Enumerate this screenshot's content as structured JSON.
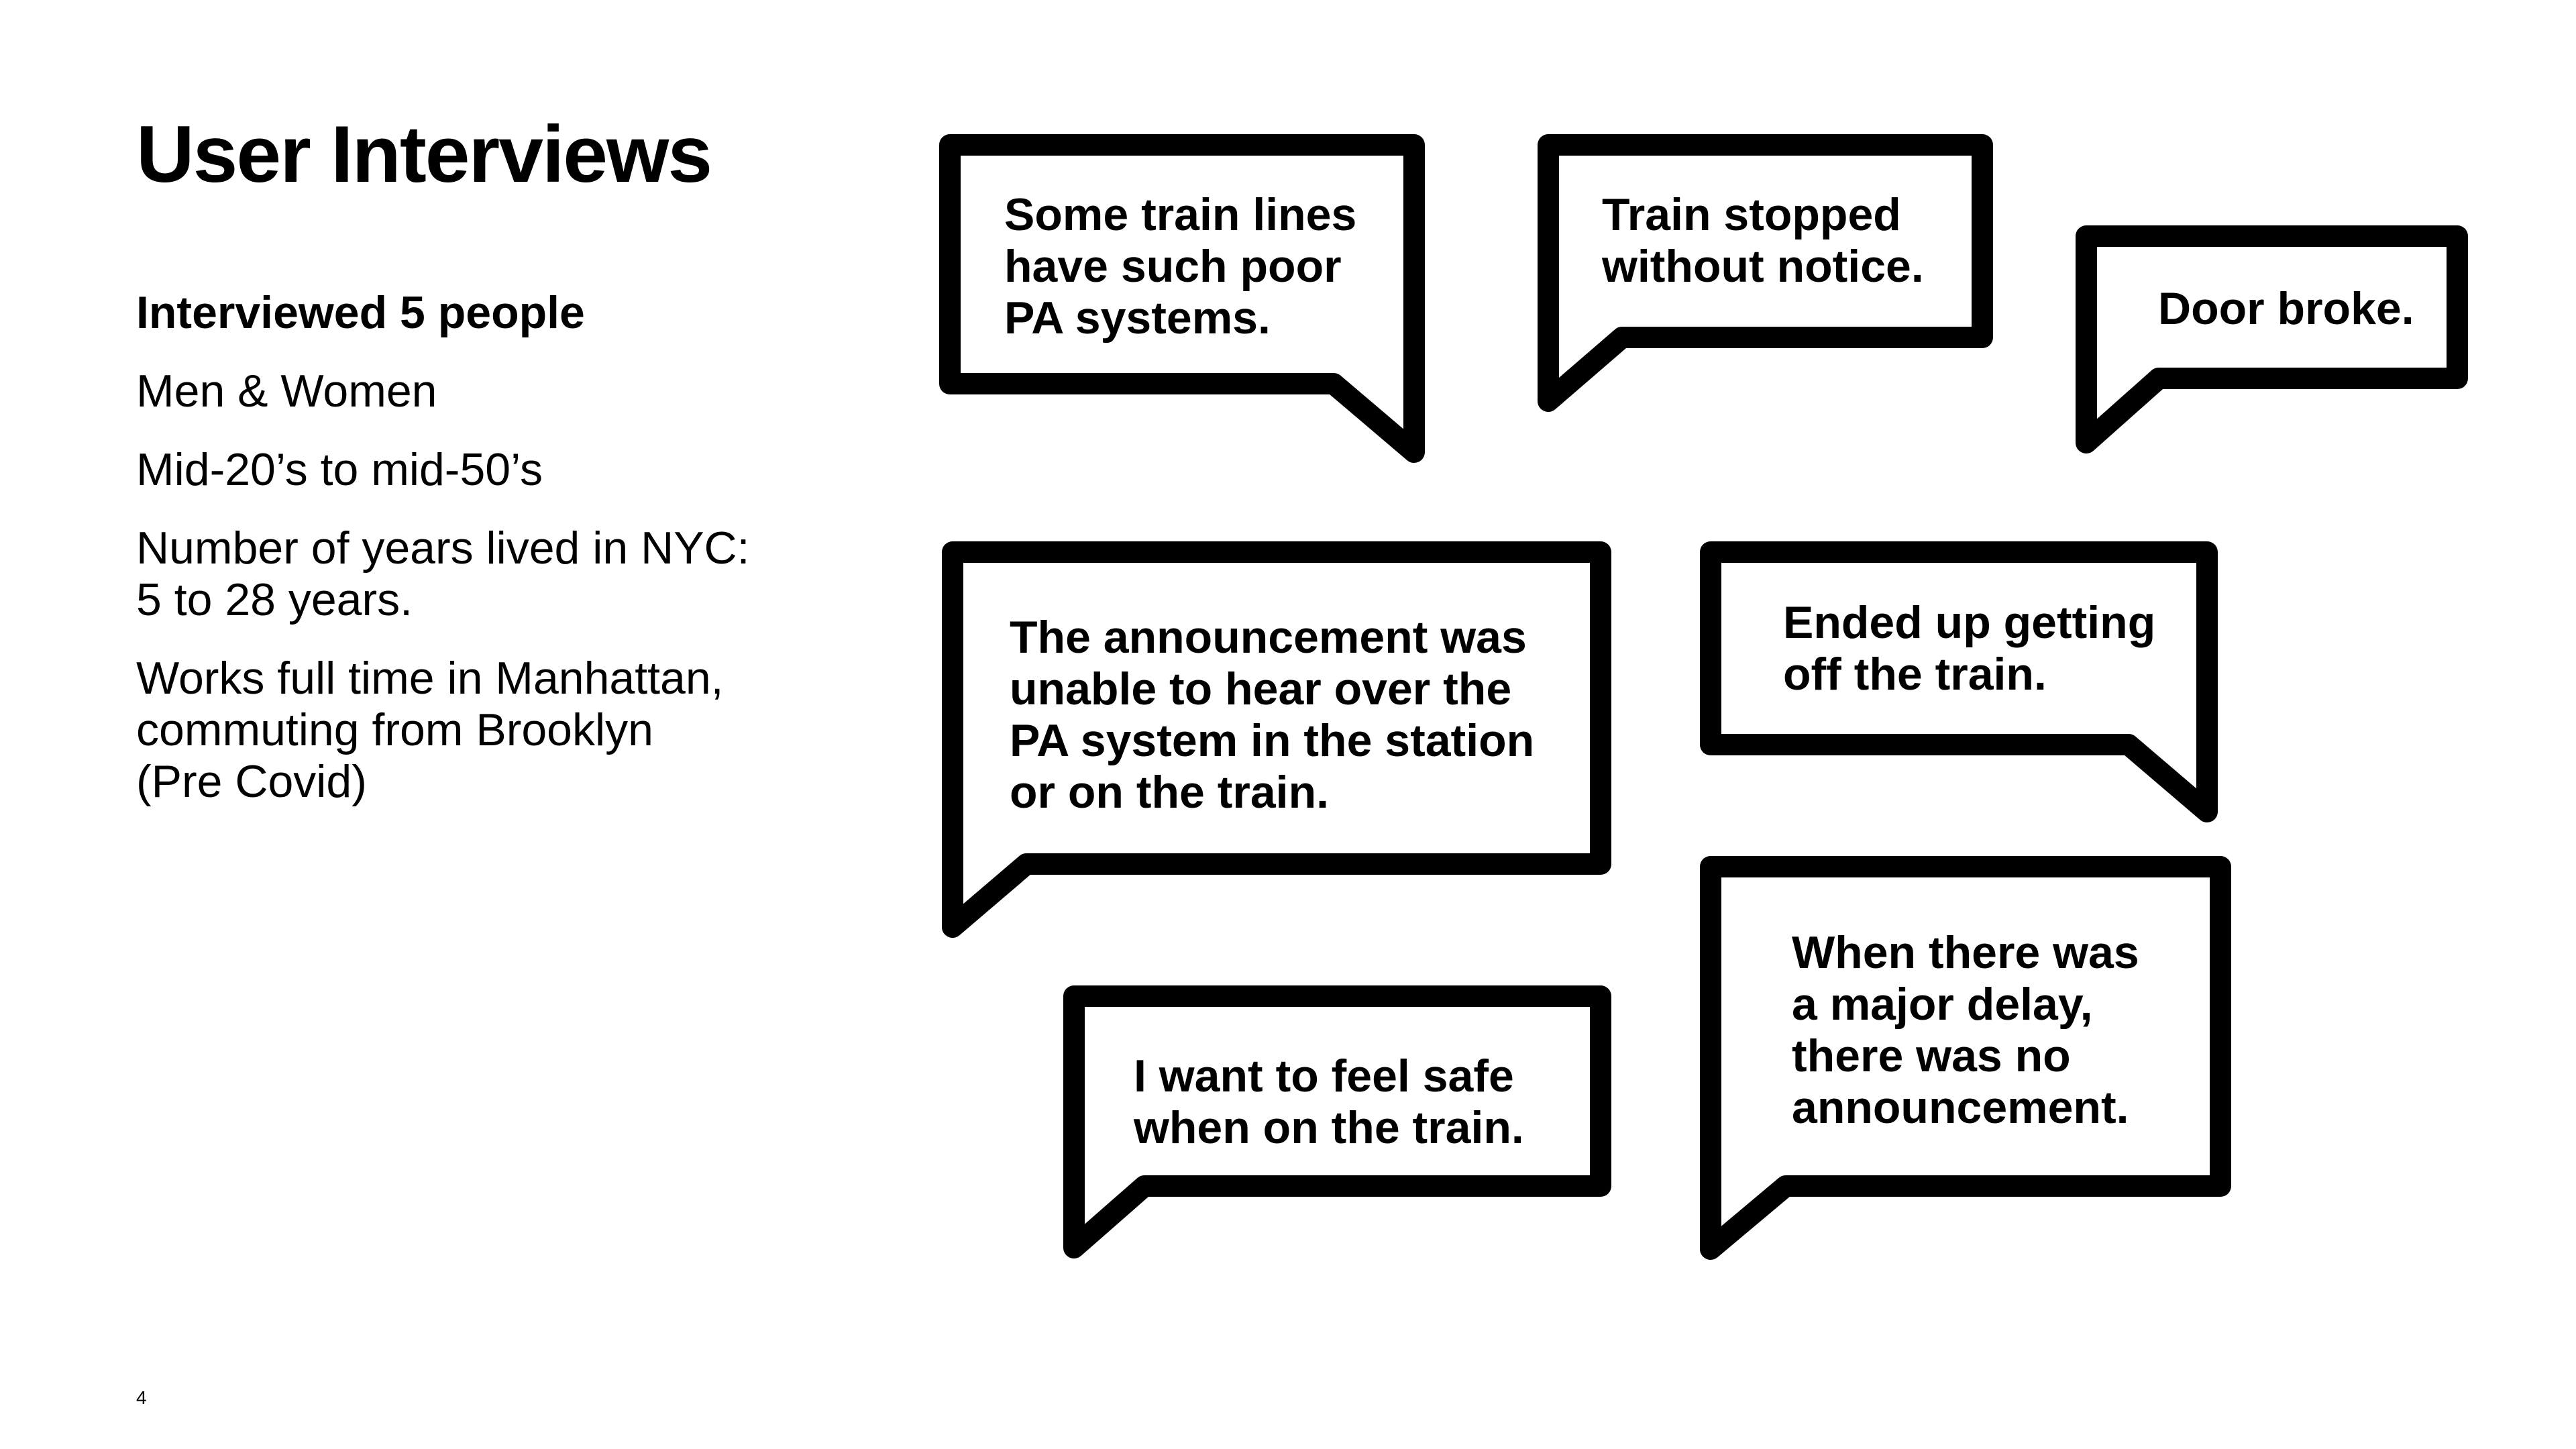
{
  "slide": {
    "title": "User Interviews",
    "page_number": "4"
  },
  "details": {
    "lead": "Interviewed 5 people",
    "items": [
      "Men & Women",
      "Mid-20’s to mid-50’s",
      "Number of years lived in NYC:\n5 to 28 years.",
      "Works full time in Manhattan,\ncommuting from Brooklyn\n(Pre Covid)"
    ]
  },
  "quotes": [
    "Some train lines\nhave such poor\nPA systems.",
    "Train stopped\nwithout notice.",
    "Door broke.",
    "The announcement was\nunable to hear over the\nPA system in the station\nor on the train.",
    "Ended up getting\noff the train.",
    "I want to feel safe\nwhen on the train.",
    "When there was\na major delay,\nthere was no\nannouncement."
  ],
  "colors": {
    "background": "#ffffff",
    "ink": "#000000"
  },
  "icons": [
    "speech-bubble-icon"
  ]
}
